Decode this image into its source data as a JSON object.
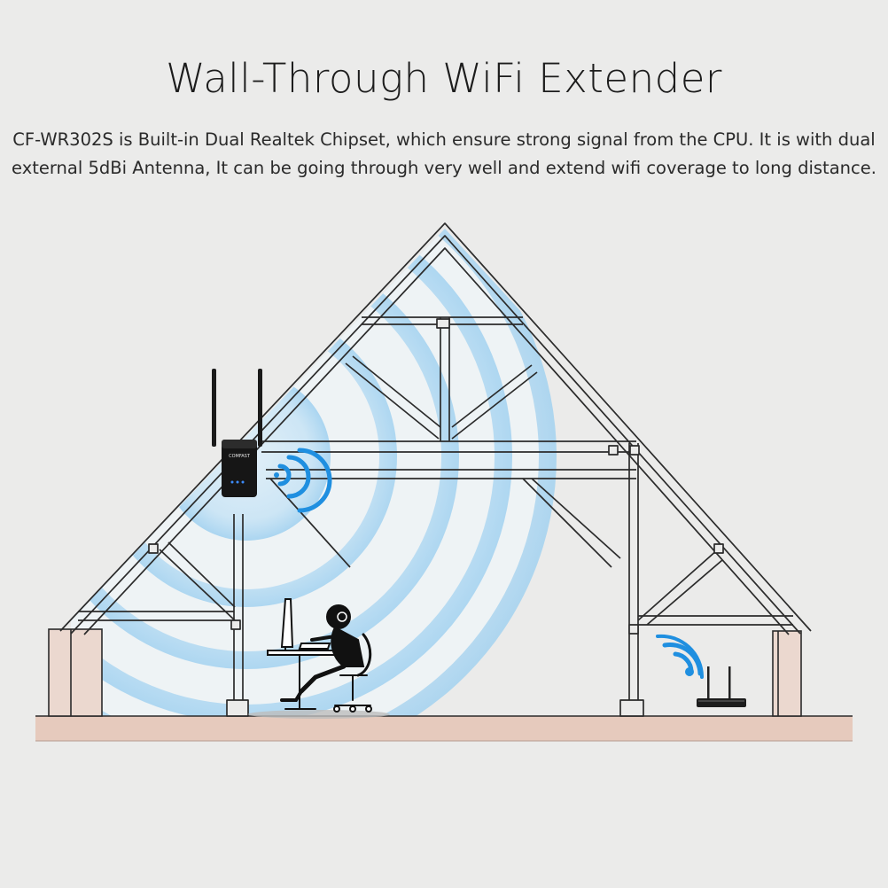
{
  "title": "Wall-Through WiFi Extender",
  "description": {
    "line1": "CF-WR302S is Built-in Dual Realtek Chipset, which ensure strong signal from the CPU. It is with dual",
    "line2": "external 5dBi Antenna, It can be going through very well and extend wifi coverage to long distance."
  },
  "device": {
    "brand": "COMFAST"
  },
  "icons": {
    "extender_wifi": "wifi-waves-icon",
    "router_wifi": "wifi-signal-icon"
  },
  "colors": {
    "wifi_blue": "#1f8fe0",
    "coverage_blue": "#a9d6f2",
    "floor": "#e8c9bb",
    "line": "#2b2b2b"
  }
}
